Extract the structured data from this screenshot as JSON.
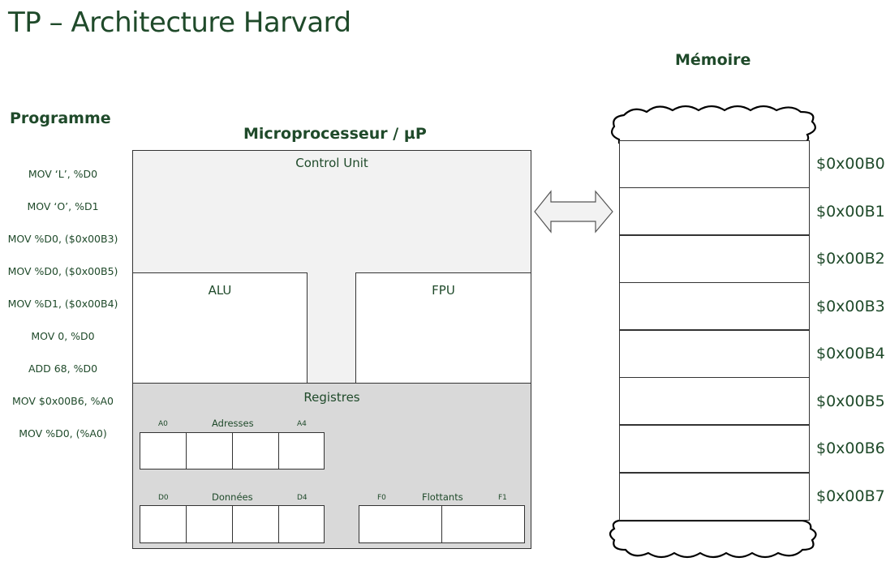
{
  "title": "TP – Architecture Harvard",
  "headers": {
    "programme": "Programme",
    "microprocessor": "Microprocesseur / µP",
    "memory": "Mémoire"
  },
  "program": [
    "MOV ‘L’, %D0",
    "MOV ‘O’, %D1",
    "MOV %D0, ($0x00B3)",
    "MOV %D0, ($0x00B5)",
    "MOV %D1, ($0x00B4)",
    "MOV 0, %D0",
    "ADD 68, %D0",
    "MOV $0x00B6, %A0",
    "MOV %D0, (%A0)"
  ],
  "cpu": {
    "control_unit": "Control Unit",
    "alu": "ALU",
    "fpu": "FPU",
    "registers": "Registres",
    "addresses": {
      "label": "Adresses",
      "first": "A0",
      "last": "A4"
    },
    "data": {
      "label": "Données",
      "first": "D0",
      "last": "D4"
    },
    "floats": {
      "label": "Flottants",
      "first": "F0",
      "last": "F1"
    }
  },
  "memory": [
    "$0x00B0",
    "$0x00B1",
    "$0x00B2",
    "$0x00B3",
    "$0x00B4",
    "$0x00B5",
    "$0x00B6",
    "$0x00B7"
  ]
}
